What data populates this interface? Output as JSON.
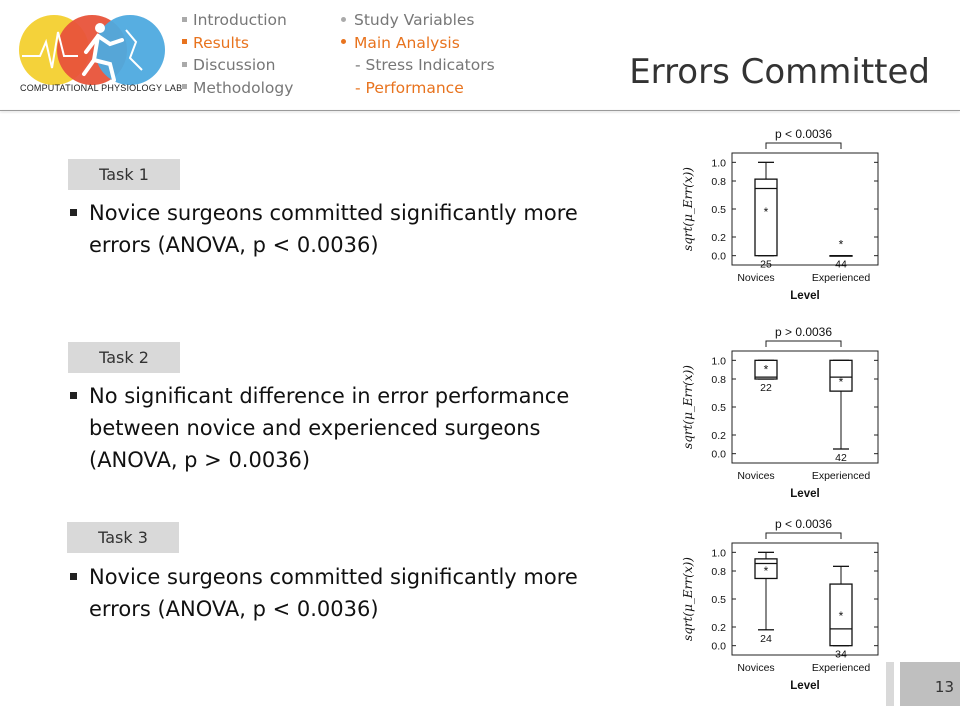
{
  "header": {
    "logo_text": "COMPUTATIONAL PHYSIOLOGY LAB",
    "nav_left": [
      {
        "label": "Introduction",
        "active": false
      },
      {
        "label": "Results",
        "active": true
      },
      {
        "label": "Discussion",
        "active": false
      },
      {
        "label": "Methodology",
        "active": false
      }
    ],
    "nav_right": [
      {
        "label": "Study Variables",
        "active": false,
        "sub": false
      },
      {
        "label": "Main Analysis",
        "active": true,
        "sub": false
      },
      {
        "label": "- Stress Indicators",
        "active": false,
        "sub": true
      },
      {
        "label": "- Performance",
        "active": true,
        "sub": true
      }
    ],
    "title": "Errors Committed"
  },
  "tasks": [
    {
      "label": "Task 1",
      "text": "Novice surgeons committed significantly more errors (ANOVA, p < 0.0036)"
    },
    {
      "label": "Task 2",
      "text": "No significant difference in error performance between novice and experienced surgeons (ANOVA, p > 0.0036)"
    },
    {
      "label": "Task 3",
      "text": "Novice surgeons committed significantly more errors (ANOVA, p < 0.0036)"
    }
  ],
  "chart_data": [
    {
      "type": "box",
      "title": "p < 0.0036",
      "xlabel": "Level",
      "ylabel": "sqrt(μ_Err(x))",
      "categories": [
        "Novices",
        "Experienced"
      ],
      "ylim": [
        -0.1,
        1.1
      ],
      "yticks": [
        "1.0",
        "0.8",
        "0.5",
        "0.2",
        "0.0"
      ],
      "ytick_values": [
        1.0,
        0.8,
        0.5,
        0.2,
        0.0
      ],
      "boxes": [
        {
          "whisker_low": 0.0,
          "q1": 0.0,
          "median": 0.72,
          "q3": 0.82,
          "whisker_high": 1.0,
          "mean": 0.47,
          "n": "25"
        },
        {
          "whisker_low": 0.0,
          "q1": 0.0,
          "median": 0.0,
          "q3": 0.0,
          "whisker_high": 0.0,
          "mean": 0.12,
          "n": "44"
        }
      ]
    },
    {
      "type": "box",
      "title": "p > 0.0036",
      "xlabel": "Level",
      "ylabel": "sqrt(μ_Err(x))",
      "categories": [
        "Novices",
        "Experienced"
      ],
      "ylim": [
        -0.1,
        1.1
      ],
      "yticks": [
        "1.0",
        "0.8",
        "0.5",
        "0.2",
        "0.0"
      ],
      "ytick_values": [
        1.0,
        0.8,
        0.5,
        0.2,
        0.0
      ],
      "boxes": [
        {
          "whisker_low": 0.8,
          "q1": 0.8,
          "median": 0.82,
          "q3": 1.0,
          "whisker_high": 1.0,
          "mean": 0.9,
          "n": "22"
        },
        {
          "whisker_low": 0.05,
          "q1": 0.67,
          "median": 0.82,
          "q3": 1.0,
          "whisker_high": 1.0,
          "mean": 0.77,
          "n": "42"
        }
      ]
    },
    {
      "type": "box",
      "title": "p < 0.0036",
      "xlabel": "Level",
      "ylabel": "sqrt(μ_Err(x))",
      "categories": [
        "Novices",
        "Experienced"
      ],
      "ylim": [
        -0.1,
        1.1
      ],
      "yticks": [
        "1.0",
        "0.8",
        "0.5",
        "0.2",
        "0.0"
      ],
      "ytick_values": [
        1.0,
        0.8,
        0.5,
        0.2,
        0.0
      ],
      "boxes": [
        {
          "whisker_low": 0.17,
          "q1": 0.72,
          "median": 0.88,
          "q3": 0.93,
          "whisker_high": 1.0,
          "mean": 0.8,
          "n": "24"
        },
        {
          "whisker_low": 0.0,
          "q1": 0.0,
          "median": 0.18,
          "q3": 0.66,
          "whisker_high": 0.85,
          "mean": 0.32,
          "n": "34"
        }
      ]
    }
  ],
  "footer": {
    "page_number": "13"
  }
}
